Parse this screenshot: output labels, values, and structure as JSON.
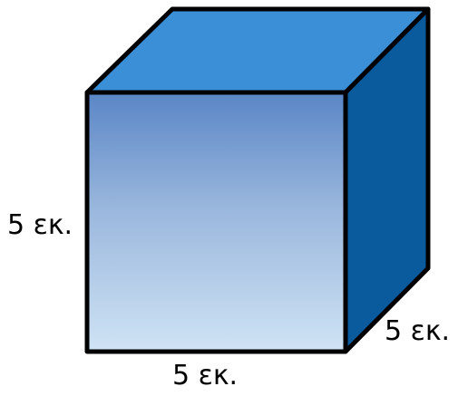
{
  "cube": {
    "colors": {
      "top_face": "#3a8fd6",
      "side_face": "#0a5a9e",
      "front_gradient_top": "#5a86c6",
      "front_gradient_mid": "#9ab7dd",
      "front_gradient_bottom": "#cfe3f4",
      "outline": "#000000"
    }
  },
  "labels": {
    "height": "5 εκ.",
    "width": "5 εκ.",
    "depth": "5 εκ."
  }
}
